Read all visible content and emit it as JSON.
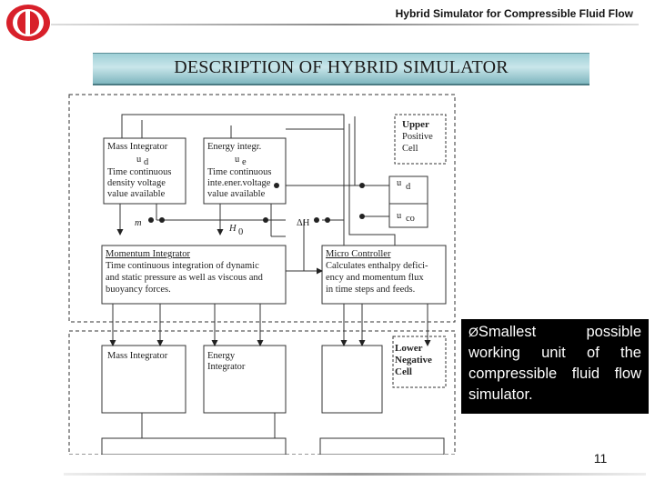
{
  "header": {
    "title": "Hybrid Simulator for Compressible Fluid Flow"
  },
  "slide": {
    "title": "DESCRIPTION OF HYBRID SIMULATOR",
    "bullet_marker": "Ø",
    "bullet_text": "Smallest possible working unit of the compressible fluid flow simulator.",
    "page_number": "11"
  },
  "diagram": {
    "mass_integrator_top": [
      "Mass Integrator",
      "u",
      "d",
      "Time continuous",
      "density voltage",
      "value available"
    ],
    "energy_integrator_top": [
      "Energy integr.",
      "u",
      "e",
      "Time continuous",
      "inte.ener.voltage",
      "value available"
    ],
    "upper_cell": [
      "Upper",
      "Positive",
      "Cell"
    ],
    "ud_label": [
      "u",
      "d"
    ],
    "uco_label": [
      "u",
      "co"
    ],
    "m_dot_label": "m",
    "h0_label": [
      "H",
      "0"
    ],
    "delta_h_label": "ΔH",
    "momentum_integrator": [
      "Momentum Integrator",
      "Time continuous integration of dynamic",
      "and static pressure as well as viscous and",
      "buoyancy forces."
    ],
    "micro_controller": [
      "Micro Controller",
      "Calculates enthalpy defici-",
      "ency and momentum flux",
      "in time steps and feeds."
    ],
    "mass_integrator_bottom": "Mass Integrator",
    "energy_integrator_bottom": [
      "Energy",
      "Integrator"
    ],
    "lower_cell": [
      "Lower",
      "Negative",
      "Cell"
    ]
  },
  "colors": {
    "title_bar": "#a9d6dc",
    "bullet_bg": "#000000",
    "bullet_text": "#ffffff",
    "logo_red": "#d8202a"
  },
  "icons": {
    "logo": "university-logo"
  }
}
